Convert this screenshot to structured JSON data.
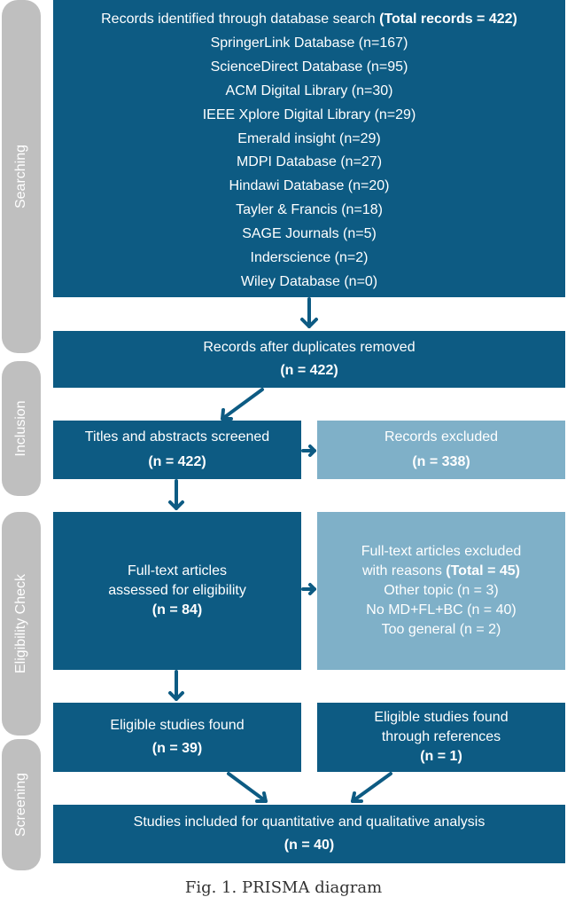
{
  "phases": {
    "searching": "Searching",
    "inclusion": "Inclusion",
    "eligibility": "Eligibility Check",
    "screening": "Screening"
  },
  "identification": {
    "title_prefix": "Records identified through database search ",
    "title_total": "(Total records = 422)",
    "databases": [
      "SpringerLink Database (n=167)",
      "ScienceDirect Database (n=95)",
      "ACM Digital Library (n=30)",
      "IEEE Xplore Digital Library (n=29)",
      "Emerald insight (n=29)",
      "MDPI Database (n=27)",
      "Hindawi Database (n=20)",
      "Tayler & Francis (n=18)",
      "SAGE Journals (n=5)",
      "Inderscience (n=2)",
      "Wiley Database (n=0)"
    ]
  },
  "duplicates": {
    "label": "Records after duplicates removed",
    "count": "(n = 422)"
  },
  "screened": {
    "label": "Titles and abstracts screened",
    "count": "(n = 422)"
  },
  "excluded": {
    "label": "Records excluded",
    "count": "(n = 338)"
  },
  "fulltext": {
    "line1": "Full-text articles",
    "line2": "assessed for eligibility",
    "count": "(n = 84)"
  },
  "fulltext_excluded": {
    "line1": "Full-text articles excluded",
    "line2_prefix": "with reasons ",
    "line2_total": "(Total = 45)",
    "reasons": [
      "Other topic (n = 3)",
      "No MD+FL+BC (n = 40)",
      "Too general (n = 2)"
    ]
  },
  "eligible": {
    "label": "Eligible studies found",
    "count": "(n = 39)"
  },
  "eligible_refs": {
    "line1": "Eligible studies found",
    "line2": "through references",
    "count": "(n = 1)"
  },
  "included": {
    "label": "Studies included for quantitative and qualitative analysis",
    "count": "(n = 40)"
  },
  "caption": "Fig. 1. PRISMA diagram",
  "colors": {
    "primary": "#0d5b83",
    "light": "#7fb0c8",
    "phase": "#bfbfbf",
    "arrow": "#0d5b83"
  }
}
